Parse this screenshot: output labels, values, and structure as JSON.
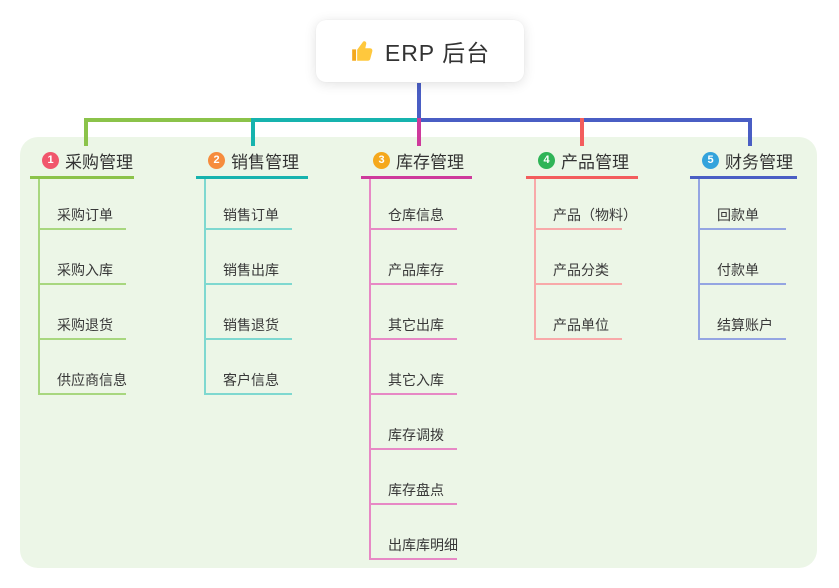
{
  "root": {
    "title": "ERP 后台",
    "icon": "thumbs-up-icon"
  },
  "colors": {
    "panel_bg": "#ECF6E7",
    "trunk": "#4A5EC4",
    "text": "#333333"
  },
  "branches": [
    {
      "index": "1",
      "label": "采购管理",
      "badge_color": "#F1566C",
      "accent": "#8BC34A",
      "light": "#A8D77F",
      "children": [
        "采购订单",
        "采购入库",
        "采购退货",
        "供应商信息"
      ]
    },
    {
      "index": "2",
      "label": "销售管理",
      "badge_color": "#F68C3D",
      "accent": "#16B3AE",
      "light": "#7ED8D0",
      "children": [
        "销售订单",
        "销售出库",
        "销售退货",
        "客户信息"
      ]
    },
    {
      "index": "3",
      "label": "库存管理",
      "badge_color": "#F5A81C",
      "accent": "#CE3A9C",
      "light": "#E788C5",
      "children": [
        "仓库信息",
        "产品库存",
        "其它出库",
        "其它入库",
        "库存调拨",
        "库存盘点",
        "出库库明细"
      ]
    },
    {
      "index": "4",
      "label": "产品管理",
      "badge_color": "#2FB457",
      "accent": "#F35D5D",
      "light": "#F8A9A9",
      "children": [
        "产品（物料）",
        "产品分类",
        "产品单位"
      ]
    },
    {
      "index": "5",
      "label": "财务管理",
      "badge_color": "#33A3DC",
      "accent": "#4A5EC4",
      "light": "#94A5E2",
      "children": [
        "回款单",
        "付款单",
        "结算账户"
      ]
    }
  ]
}
